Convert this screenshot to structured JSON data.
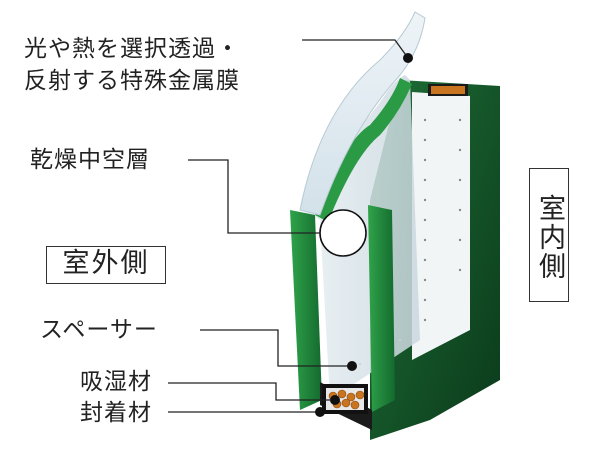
{
  "labels": {
    "film_line1": "光や熱を選択透過・",
    "film_line2": "反射する特殊金属膜",
    "air_layer": "乾燥中空層",
    "outdoor": "室外側",
    "indoor": "室内側",
    "spacer": "スペーサー",
    "desiccant": "吸湿材",
    "sealant": "封着材"
  },
  "colors": {
    "glass_edge": "#1f8a3c",
    "glass_edge_dark": "#0f4a22",
    "glass_face": "#dfe9ee",
    "frame": "#1a1a1a",
    "desiccant": "#c9741f",
    "leader": "#222222"
  }
}
